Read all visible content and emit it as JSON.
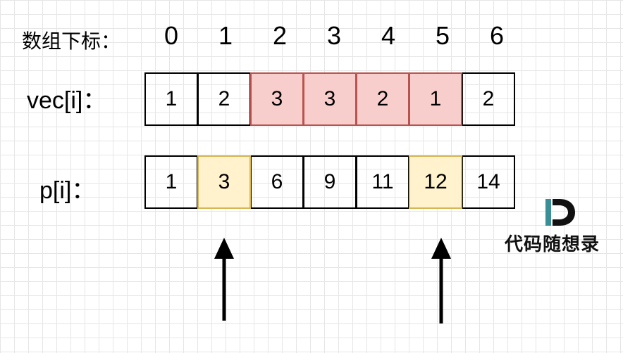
{
  "labels": {
    "index": "数组下标：",
    "vec": "vec[i]：",
    "p": "p[i]："
  },
  "indices": [
    "0",
    "1",
    "2",
    "3",
    "4",
    "5",
    "6"
  ],
  "vec": [
    {
      "value": "1",
      "highlight": "none"
    },
    {
      "value": "2",
      "highlight": "none"
    },
    {
      "value": "3",
      "highlight": "red"
    },
    {
      "value": "3",
      "highlight": "red"
    },
    {
      "value": "2",
      "highlight": "red"
    },
    {
      "value": "1",
      "highlight": "red"
    },
    {
      "value": "2",
      "highlight": "none"
    }
  ],
  "p": [
    {
      "value": "1",
      "highlight": "none"
    },
    {
      "value": "3",
      "highlight": "yellow"
    },
    {
      "value": "6",
      "highlight": "none"
    },
    {
      "value": "9",
      "highlight": "none"
    },
    {
      "value": "11",
      "highlight": "none"
    },
    {
      "value": "12",
      "highlight": "yellow"
    },
    {
      "value": "14",
      "highlight": "none"
    }
  ],
  "arrows": [
    {
      "target_index": 1
    },
    {
      "target_index": 5
    }
  ],
  "colors": {
    "red_fill": "#f8cecc",
    "red_border": "#b85450",
    "yellow_fill": "#fff2cc",
    "yellow_border": "#d6b656",
    "logo_teal": "#3a8f96"
  },
  "brand": {
    "logo_icon": "d-logo-icon",
    "name": "代码随想录"
  }
}
